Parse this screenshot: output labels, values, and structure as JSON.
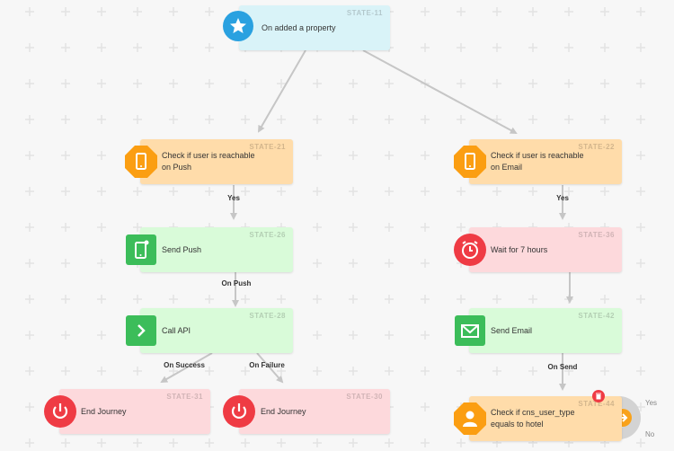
{
  "colors": {
    "trigger_bg": "#d9f3f8",
    "condition_bg": "#ffdcaa",
    "action_bg": "#d9fbd9",
    "wait_bg": "#fdd9dc",
    "end_bg": "#fdd9dc",
    "blue_icon": "#2aa1e0",
    "orange_icon": "#fb9e12",
    "green_icon": "#3cbd5a",
    "red_icon": "#ef3b44",
    "edge": "#c6c6c6"
  },
  "nodes": {
    "trigger": {
      "state": "STATE-11",
      "label": "On added a property",
      "icon": "star-icon"
    },
    "check_push": {
      "state": "STATE-21",
      "label": "Check if user is  reachable\non Push",
      "icon": "mobile-phone-icon"
    },
    "check_email": {
      "state": "STATE-22",
      "label": "Check if user is  reachable\non Email",
      "icon": "mobile-phone-icon"
    },
    "send_push": {
      "state": "STATE-26",
      "label": "Send Push",
      "icon": "push-phone-icon"
    },
    "wait": {
      "state": "STATE-36",
      "label": "Wait for 7 hours",
      "icon": "alarm-clock-icon"
    },
    "call_api": {
      "state": "STATE-28",
      "label": "Call API",
      "icon": "chevron-right-icon"
    },
    "send_email": {
      "state": "STATE-42",
      "label": "Send Email",
      "icon": "envelope-icon"
    },
    "end_1": {
      "state": "STATE-31",
      "label": "End Journey",
      "icon": "power-icon"
    },
    "end_2": {
      "state": "STATE-30",
      "label": "End Journey",
      "icon": "power-icon"
    },
    "check_user_type": {
      "state": "STATE-44",
      "label": "Check if cns_user_type\nequals to hotel",
      "icon": "user-icon"
    }
  },
  "edge_labels": {
    "push_yes": "Yes",
    "email_yes": "Yes",
    "on_push": "On Push",
    "on_success": "On Success",
    "on_failure": "On Failure",
    "on_send": "On Send"
  },
  "branch": {
    "yes": "Yes",
    "no": "No"
  }
}
